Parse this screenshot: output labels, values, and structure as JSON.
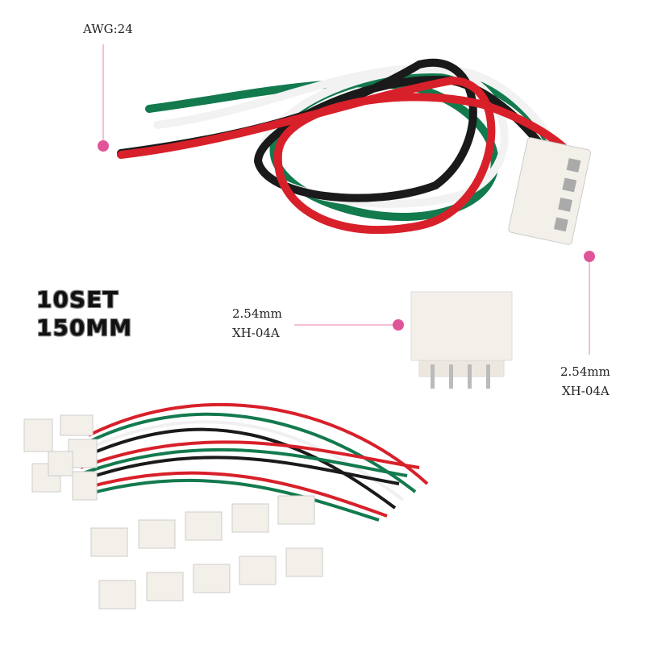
{
  "labels": {
    "awg": "AWG:24",
    "set_line1": "10SET",
    "set_line2": "150MM",
    "connector_left_line1": "2.54mm",
    "connector_left_line2": "XH-04A",
    "connector_right_line1": "2.54mm",
    "connector_right_line2": "XH-04A"
  },
  "colors": {
    "marker": "#e0559a",
    "wire_red": "#d8202a",
    "wire_black": "#1a1a1a",
    "wire_green": "#137a4e",
    "wire_white": "#f4f4f4",
    "connector": "#f3f0ea"
  }
}
